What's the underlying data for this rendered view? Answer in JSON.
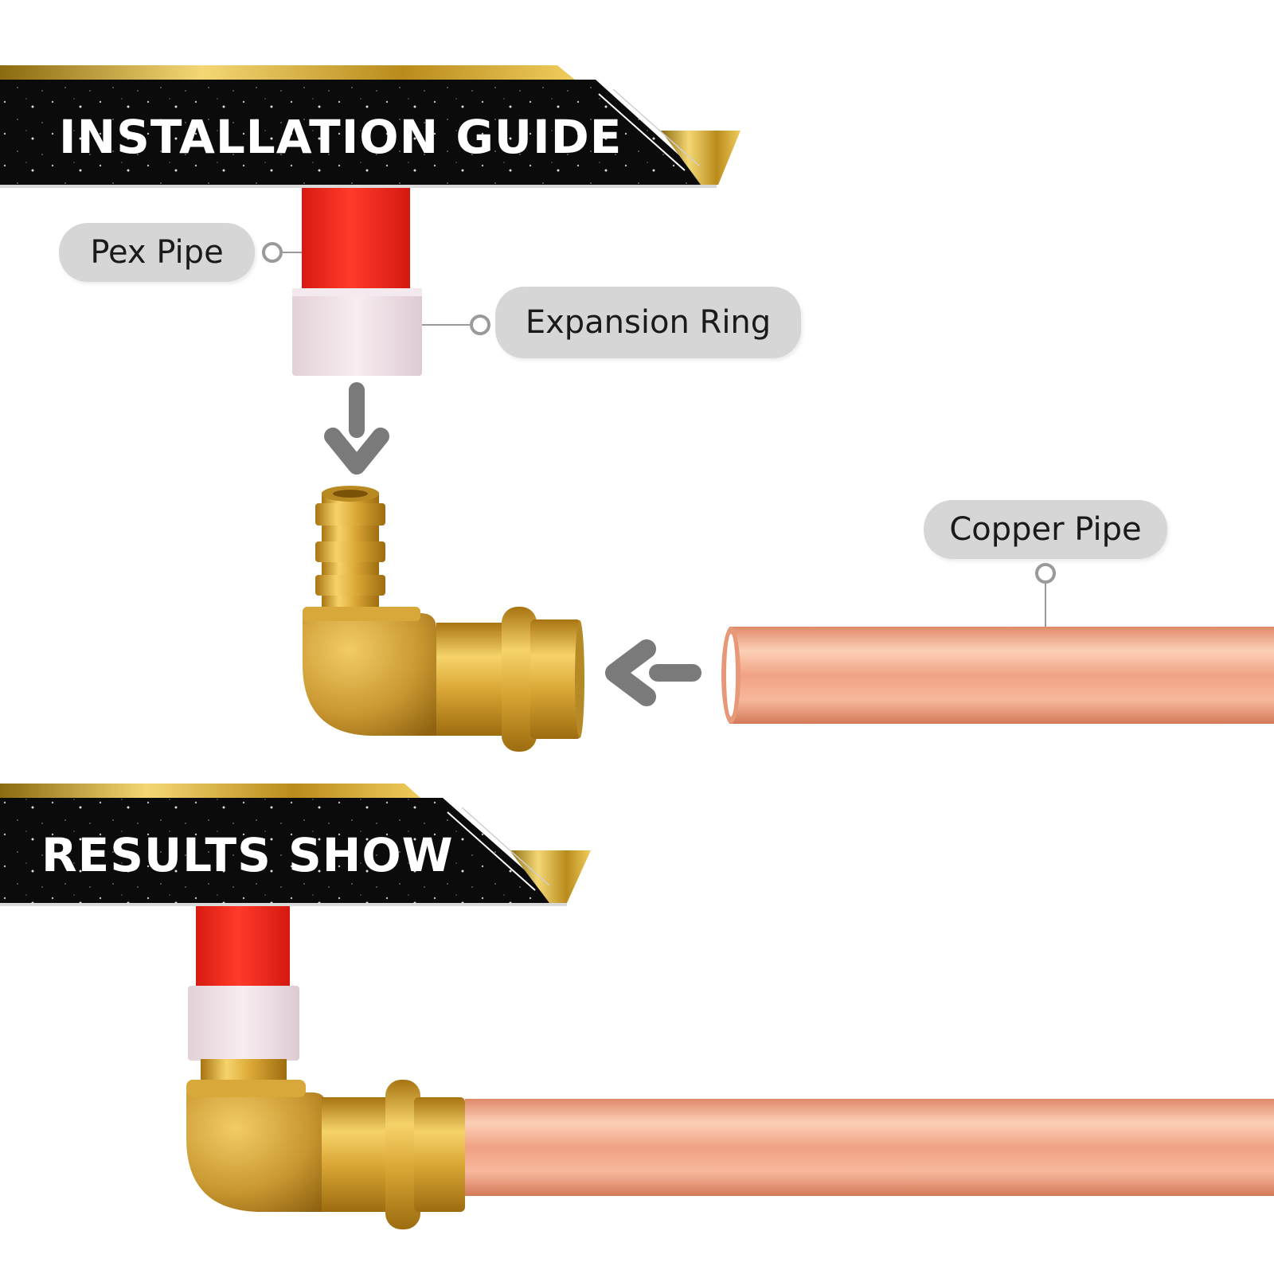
{
  "banners": {
    "installation_title": "INSTALLATION GUIDE",
    "results_title": "RESULTS SHOW"
  },
  "labels": {
    "pex_pipe": "Pex Pipe",
    "expansion_ring": "Expansion Ring",
    "copper_pipe": "Copper Pipe"
  },
  "colors": {
    "banner_black": "#0c0c0c",
    "gold": "#c9a227",
    "pex_red": "#ee2a1e",
    "ring_white": "#ecdfe4",
    "brass": "#d8a83a",
    "copper": "#f2a98a",
    "arrow_gray": "#7a7a7a",
    "pill_gray": "#d6d6d6"
  }
}
